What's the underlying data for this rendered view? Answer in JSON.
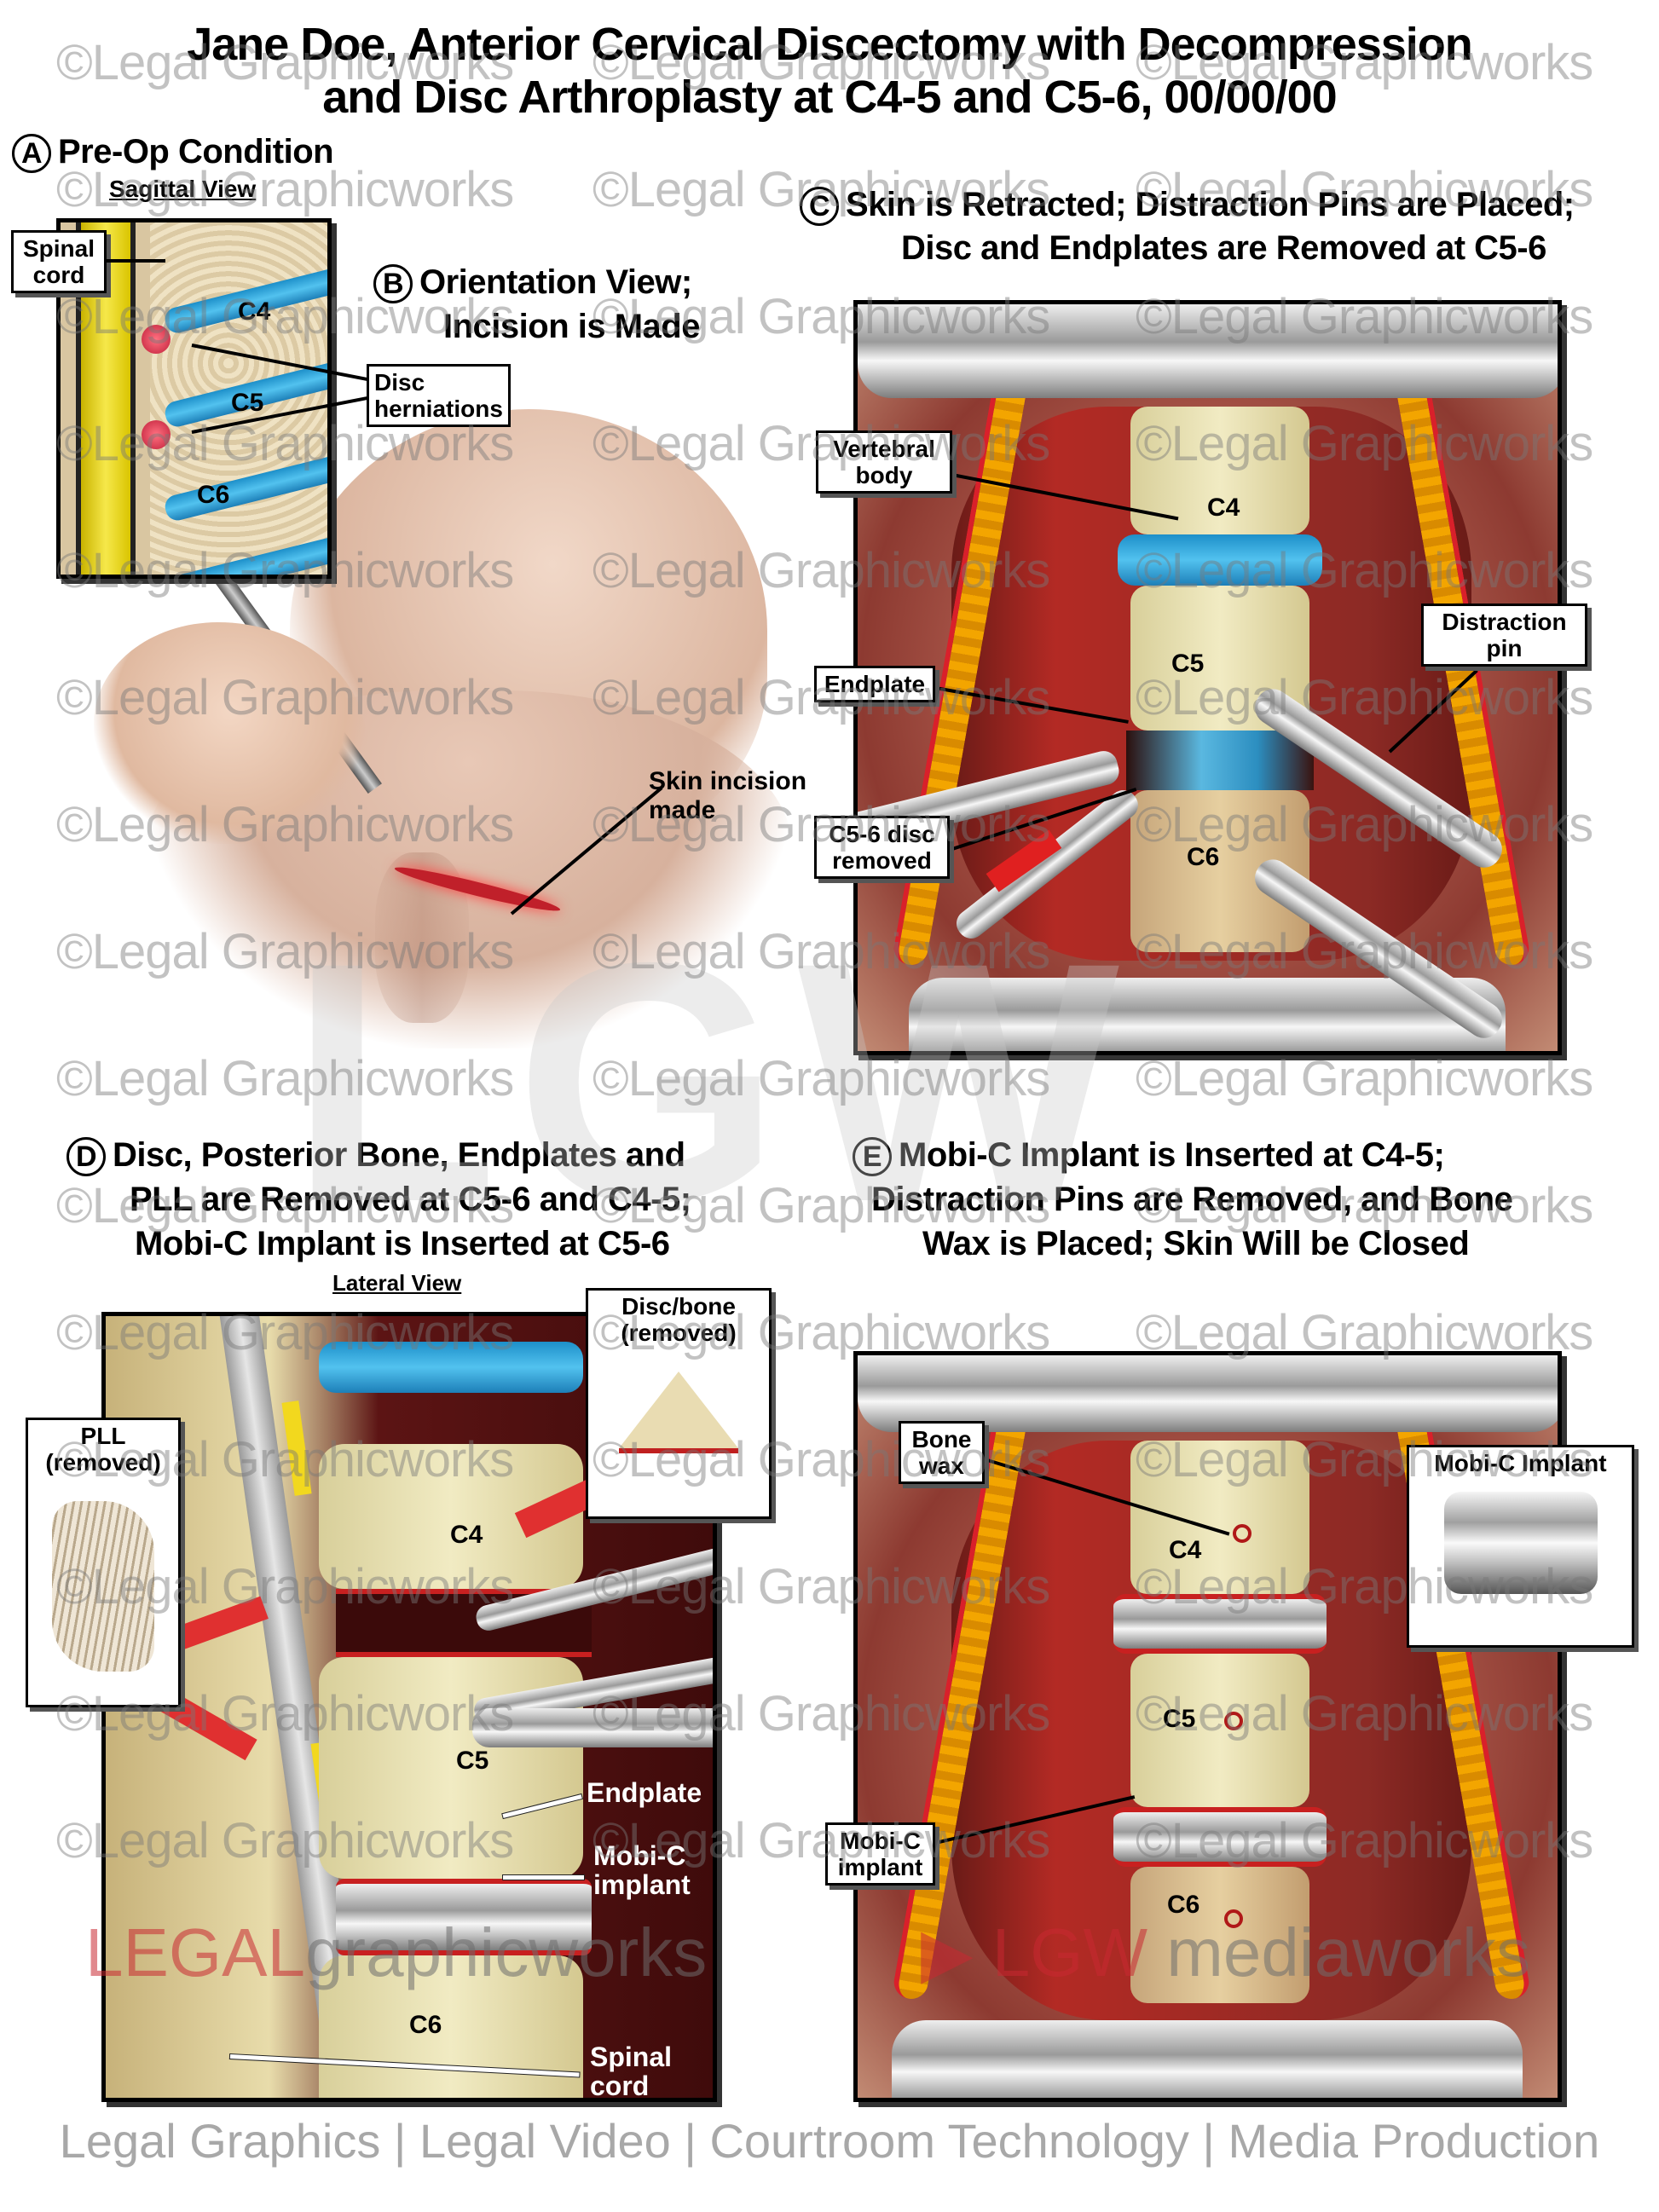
{
  "title": {
    "line1": "Jane Doe, Anterior Cervical Discectomy with Decompression",
    "line2": "and Disc Arthroplasty at C4-5 and C5-6, 00/00/00"
  },
  "panel_a": {
    "letter": "A",
    "heading": "Pre-Op Condition",
    "subheading": "Sagittal View",
    "labels": {
      "spinal_cord_1": "Spinal",
      "spinal_cord_2": "cord",
      "c4": "C4",
      "c5": "C5",
      "c6": "C6",
      "herniations_1": "Disc",
      "herniations_2": "herniations"
    }
  },
  "panel_b": {
    "letter": "B",
    "heading_1": "Orientation View;",
    "heading_2": "Incision is Made",
    "labels": {
      "incision_1": "Skin incision",
      "incision_2": "made"
    }
  },
  "panel_c": {
    "letter": "C",
    "heading_1": "Skin is Retracted; Distraction Pins are Placed;",
    "heading_2": "Disc and Endplates are Removed at C5-6",
    "labels": {
      "vertebral_1": "Vertebral",
      "vertebral_2": "body",
      "c4": "C4",
      "c5": "C5",
      "c6": "C6",
      "pin_1": "Distraction",
      "pin_2": "pin",
      "endplate": "Endplate",
      "disc_1": "C5-6 disc",
      "disc_2": "removed"
    }
  },
  "panel_d": {
    "letter": "D",
    "heading_1": "Disc, Posterior Bone, Endplates and",
    "heading_2": "PLL are Removed at C5-6 and C4-5;",
    "heading_3": "Mobi-C Implant is Inserted at C5-6",
    "subheading": "Lateral View",
    "labels": {
      "discbone_1": "Disc/bone",
      "discbone_2": "(removed)",
      "pll_1": "PLL",
      "pll_2": "(removed)",
      "c4": "C4",
      "c5": "C5",
      "c6": "C6",
      "endplate": "Endplate",
      "implant_1": "Mobi-C",
      "implant_2": "implant",
      "cord_1": "Spinal",
      "cord_2": "cord"
    }
  },
  "panel_e": {
    "letter": "E",
    "heading_1": "Mobi-C Implant is Inserted at C4-5;",
    "heading_2": "Distraction Pins are Removed, and Bone",
    "heading_3": "Wax is Placed; Skin Will be Closed",
    "labels": {
      "wax_1": "Bone",
      "wax_2": "wax",
      "implant_title": "Mobi-C Implant",
      "c4": "C4",
      "c5": "C5",
      "c6": "C6",
      "implant_1": "Mobi-C",
      "implant_2": "implant"
    }
  },
  "watermark": {
    "text": "©Legal Graphicworks",
    "big": "LGW",
    "logo_left_a": "LEGAL",
    "logo_left_b": "graphicworks",
    "logo_right_a": "LGW",
    "logo_right_b": "mediaworks",
    "footer": "Legal Graphics | Legal Video | Courtroom Technology | Media Production"
  },
  "colors": {
    "disc": "#3fb3e6",
    "bone": "#efe8bf",
    "flesh": "#a9574a",
    "cord": "#f2e032"
  }
}
